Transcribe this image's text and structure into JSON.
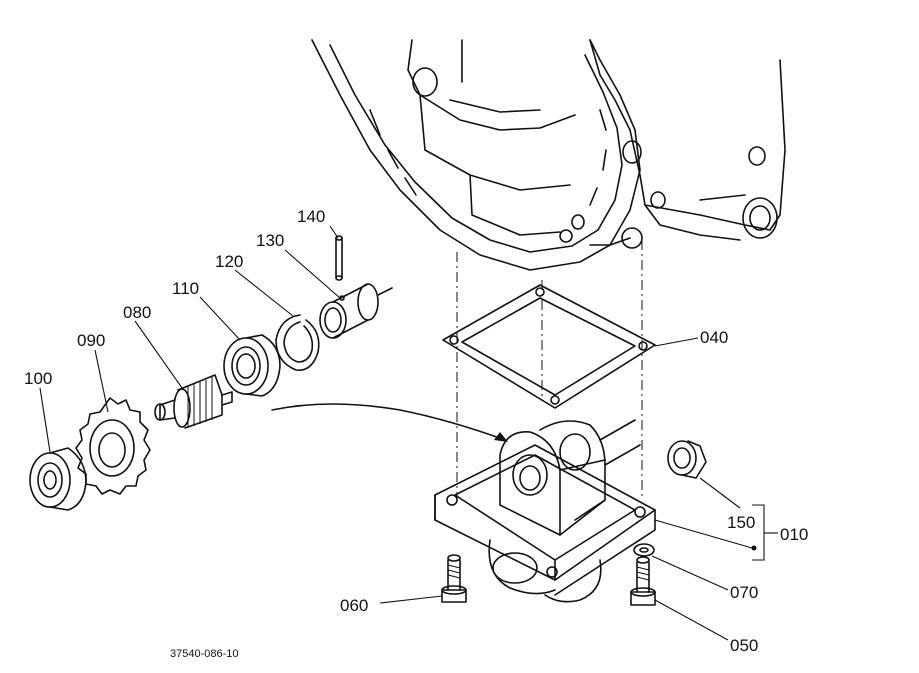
{
  "labels": {
    "p140": "140",
    "p130": "130",
    "p120": "120",
    "p110": "110",
    "p080": "080",
    "p090": "090",
    "p100": "100",
    "p040": "040",
    "p150": "150",
    "p010": "010",
    "p070": "070",
    "p060": "060",
    "p050": "050"
  },
  "drawing_code": "37540-086-10"
}
